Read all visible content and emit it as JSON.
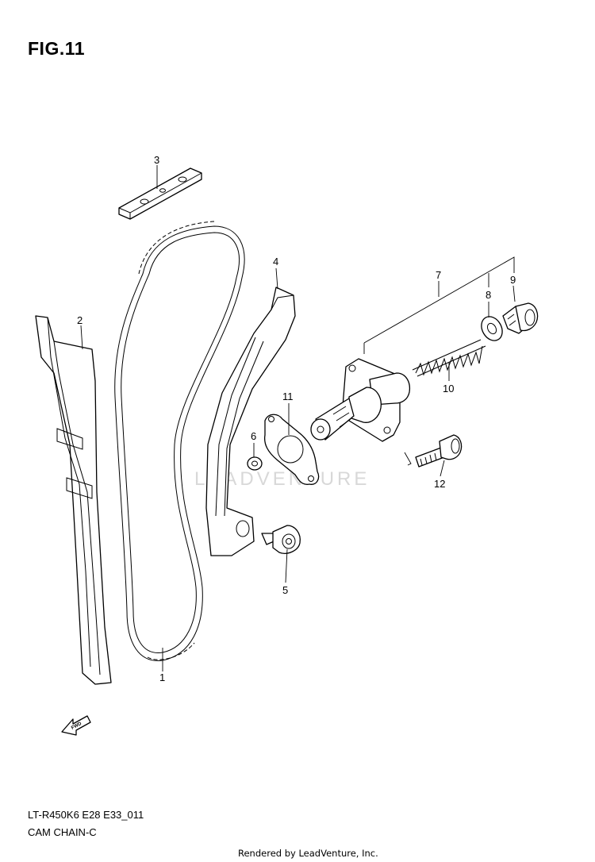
{
  "figure": {
    "title": "FIG.11",
    "model_code": "LT-R450K6 E28 E33_011",
    "section_name": "CAM CHAIN-C",
    "credit": "Rendered by LeadVenture, Inc.",
    "watermark": "LEADVENTURE"
  },
  "parts": [
    {
      "id": "cam-chain",
      "callout": "1"
    },
    {
      "id": "chain-guide",
      "callout": "2"
    },
    {
      "id": "guide-plate",
      "callout": "3"
    },
    {
      "id": "tensioner-arm",
      "callout": "4"
    },
    {
      "id": "pivot-bolt",
      "callout": "5"
    },
    {
      "id": "washer-small",
      "callout": "6"
    },
    {
      "id": "tensioner-assembly",
      "callout": "7"
    },
    {
      "id": "gasket-washer",
      "callout": "8"
    },
    {
      "id": "cap-bolt",
      "callout": "9"
    },
    {
      "id": "spring",
      "callout": "10"
    },
    {
      "id": "tensioner-gasket",
      "callout": "11"
    },
    {
      "id": "mounting-bolt",
      "callout": "12"
    }
  ],
  "icons": {
    "fwd_arrow": "fwd-arrow-icon",
    "fwd_text": "FWD"
  }
}
